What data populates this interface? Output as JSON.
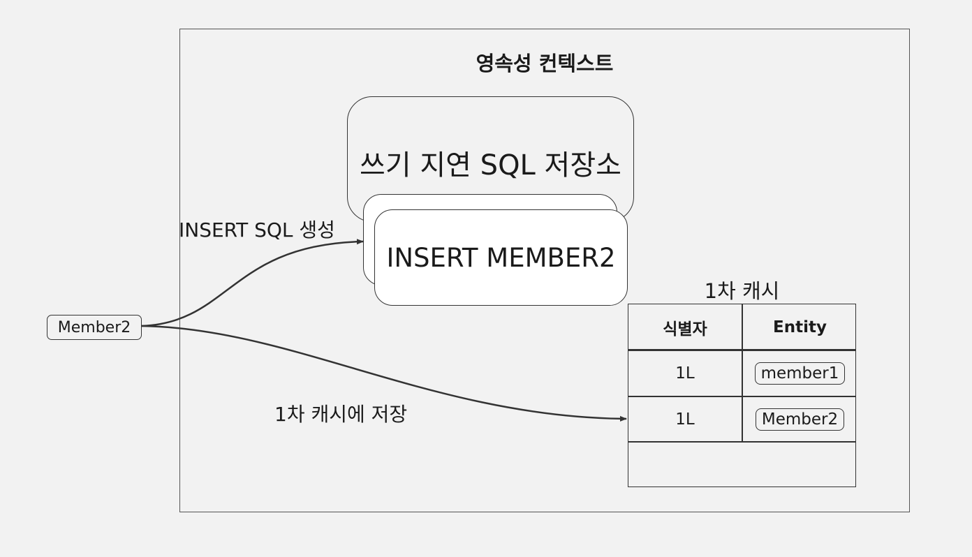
{
  "persistence_context": {
    "title": "영속성 컨텍스트"
  },
  "write_behind_store": {
    "title": "쓰기 지연 SQL 저장소",
    "query": "INSERT MEMBER2"
  },
  "entity": {
    "label": "Member2"
  },
  "labels": {
    "insert_sql": "INSERT SQL 생성",
    "save_cache": "1차 캐시에 저장"
  },
  "first_level_cache": {
    "title": "1차 캐시",
    "columns": [
      "식별자",
      "Entity"
    ],
    "rows": [
      {
        "id": "1L",
        "entity": "member1"
      },
      {
        "id": "1L",
        "entity": "Member2"
      }
    ]
  }
}
